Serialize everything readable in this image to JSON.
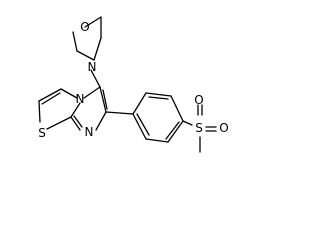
{
  "structure": {
    "atoms": {
      "O": "O",
      "N_morpholine": "N",
      "N_bridge": "N",
      "N_ring": "N",
      "S_ring": "S",
      "S_sulfonyl": "S",
      "O_sulfonyl_top": "O",
      "O_sulfonyl_right": "O"
    }
  }
}
